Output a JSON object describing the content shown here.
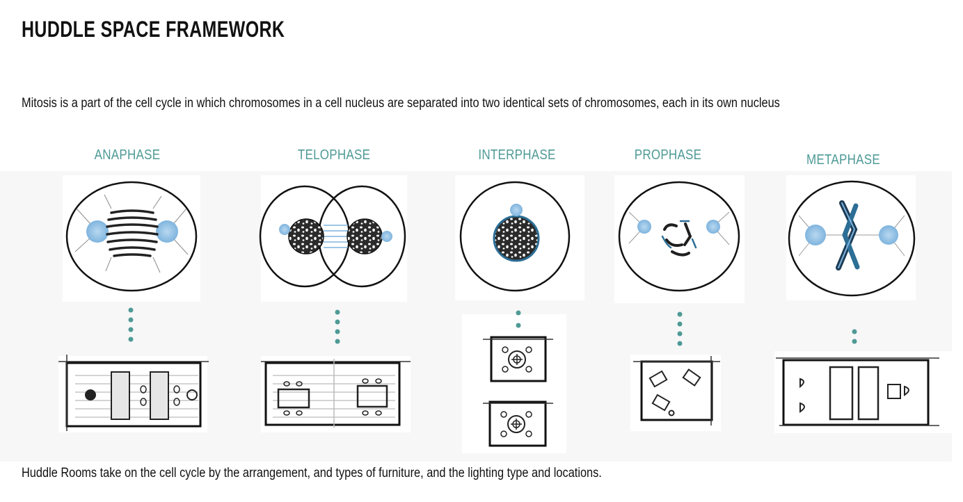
{
  "title": "HUDDLE SPACE FRAMEWORK",
  "intro": "Mitosis is a part of the cell cycle in which chromosomes in a cell nucleus are separated into two identical sets of chromosomes, each in its own nucleus",
  "phases": [
    {
      "label": "ANAPHASE"
    },
    {
      "label": "TELOPHASE"
    },
    {
      "label": "INTERPHASE"
    },
    {
      "label": "PROPHASE"
    },
    {
      "label": "METAPHASE"
    }
  ],
  "outro": "Huddle Rooms take on the cell cycle by the arrangement, and types of furniture, and the lighting type and locations.",
  "colors": {
    "accent": "#4e9a96",
    "cell_blue": "#8fc0e6",
    "chromosome_blue": "#2c6e95"
  }
}
